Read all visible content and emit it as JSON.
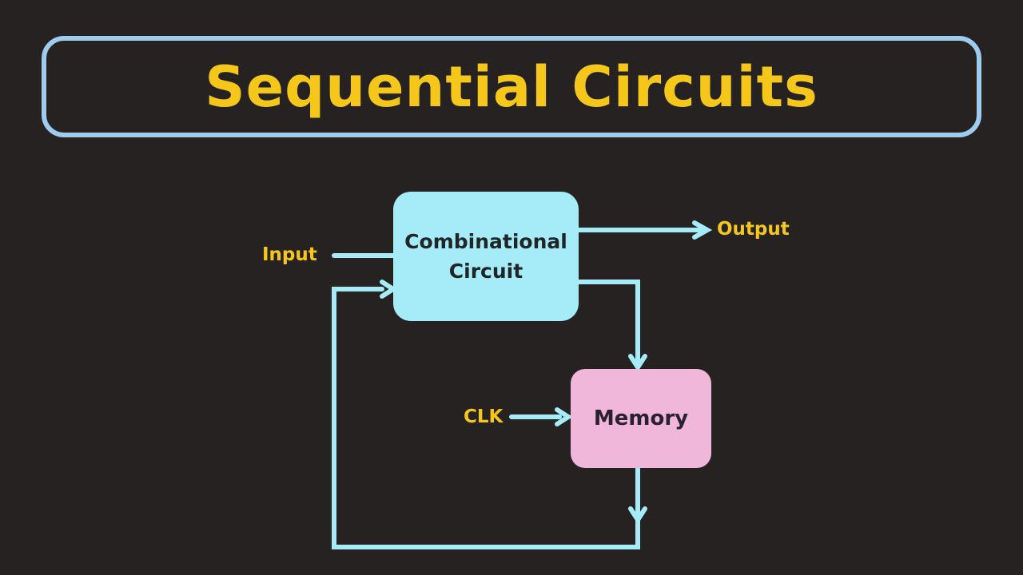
{
  "title": {
    "text": "Sequential Circuits"
  },
  "diagram": {
    "blocks": {
      "combinational": {
        "label": "Combinational Circuit"
      },
      "memory": {
        "label": "Memory"
      }
    },
    "wire_labels": {
      "input": "Input",
      "output": "Output",
      "clk": "CLK"
    },
    "connections": [
      "Input -> Combinational Circuit",
      "Combinational Circuit -> Output",
      "Combinational Circuit -> Memory",
      "CLK -> Memory",
      "Memory -> feedback loop -> Combinational Circuit"
    ]
  },
  "colors": {
    "background": "#262222",
    "title_text": "#f5c71b",
    "title_border": "#9ecbee",
    "block_combinational_fill": "#a5ecf8",
    "block_memory_fill": "#f0b7da",
    "wire": "#a5ecf8",
    "wire_label_text": "#f5c71b",
    "block_text": "#202528"
  }
}
